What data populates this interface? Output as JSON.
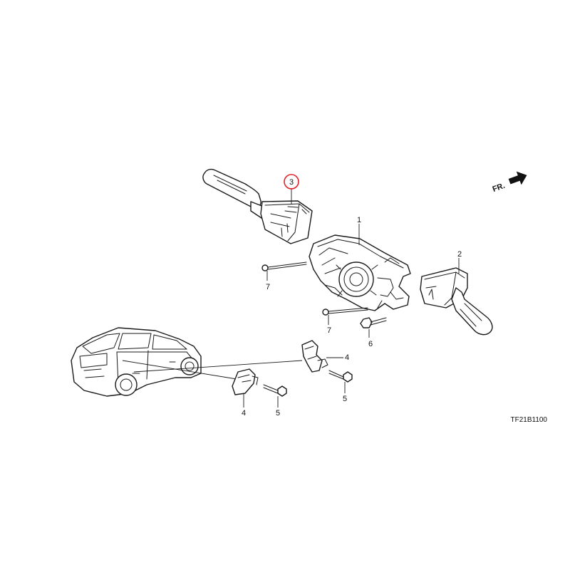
{
  "diagram": {
    "drawing_code": "TF21B1100",
    "front_label": "FR.",
    "highlight_color": "#e0222a",
    "callouts": [
      {
        "id": "c1",
        "label": "1"
      },
      {
        "id": "c2",
        "label": "2"
      },
      {
        "id": "c3",
        "label": "3",
        "highlighted": true
      },
      {
        "id": "c4a",
        "label": "4"
      },
      {
        "id": "c4b",
        "label": "4"
      },
      {
        "id": "c5a",
        "label": "5"
      },
      {
        "id": "c5b",
        "label": "5"
      },
      {
        "id": "c6",
        "label": "6"
      },
      {
        "id": "c7a",
        "label": "7"
      },
      {
        "id": "c7b",
        "label": "7"
      }
    ]
  }
}
